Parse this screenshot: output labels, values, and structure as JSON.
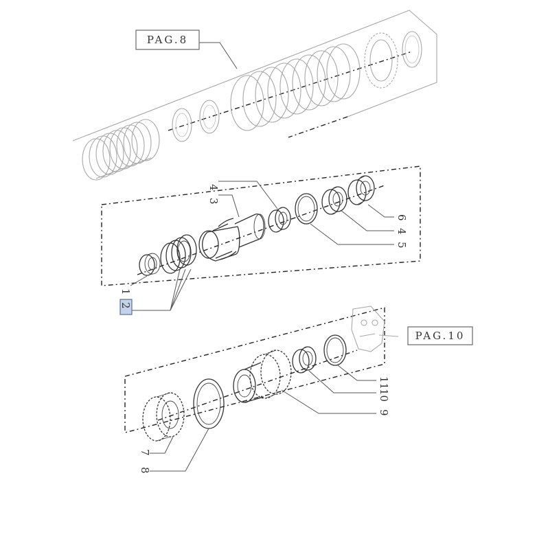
{
  "references": {
    "top": "PAG.8",
    "right": "PAG.10"
  },
  "callouts": {
    "n1": "1",
    "n2": "2",
    "n3": "3",
    "n4a": "4",
    "n4b": "4",
    "n5": "5",
    "n6": "6",
    "n7": "7",
    "n8": "8",
    "n9": "9",
    "n10": "10",
    "n11": "11"
  },
  "selected_callout": "2",
  "colors": {
    "line": "#333333",
    "faded": "#a8a8a8",
    "highlight": "#c5d3ea"
  }
}
